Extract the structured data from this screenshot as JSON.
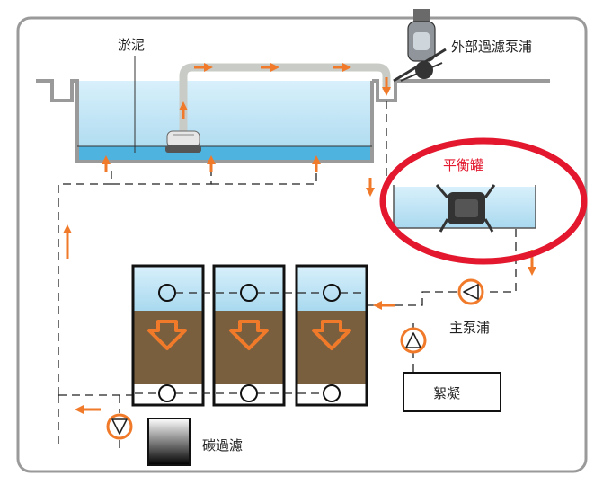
{
  "labels": {
    "sludge": "淤泥",
    "external_filter_pump": "外部過濾泵浦",
    "balance_tank": "平衡罐",
    "main_pump": "主泵浦",
    "flocculation": "絮凝",
    "carbon_filter": "碳過濾"
  },
  "colors": {
    "water": "#bfe3f3",
    "arrow": "#f07a2a",
    "highlight_ring": "#e3172d",
    "filter_media": "#7a5f3f",
    "frame": "#9a9a9a"
  },
  "icons": {
    "pump": "triangle-in-circle-icon",
    "robot": "pool-robot-icon",
    "external_pump": "canister-pump-icon"
  }
}
